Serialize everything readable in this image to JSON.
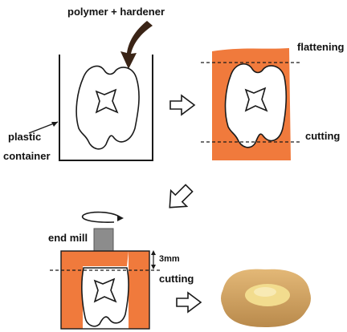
{
  "labels": {
    "polymer_hardener": "polymer + hardener",
    "plastic": "plastic",
    "container": "container",
    "flattening": "flattening",
    "cutting_top": "cutting",
    "end_mill": "end mill",
    "depth": "3mm",
    "cutting_bottom": "cutting"
  },
  "colors": {
    "resin": "#f07a3c",
    "outline": "#1a1a1a",
    "end_mill": "#8c8c8c",
    "specimen_outer": "#d9a864",
    "specimen_inner": "#f2dc8e"
  },
  "icons": {
    "arrow_right": "hollow-right-arrow",
    "arrow_diagonal": "hollow-down-left-arrow",
    "rotation": "rotation-arrow"
  }
}
